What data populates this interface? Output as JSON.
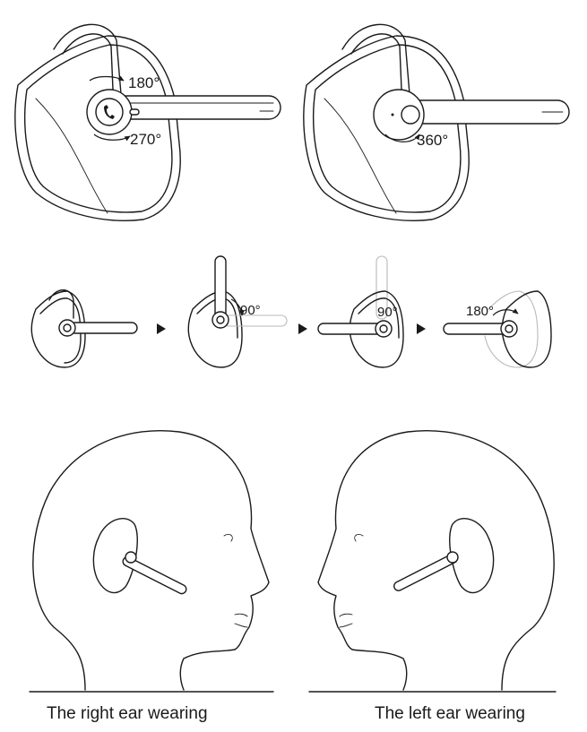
{
  "top_row": {
    "rotation_up_label": "180°",
    "rotation_down_label": "270°",
    "rotation_full_label": "360°"
  },
  "middle_row": {
    "step2_label": "90°",
    "step3_label": "90°",
    "step4_label": "180°"
  },
  "bottom_row": {
    "right_ear_caption": "The right ear wearing",
    "left_ear_caption": "The left ear wearing"
  },
  "icons": {
    "phone_button": "phone-icon",
    "step_arrow": "triangle-right-icon"
  }
}
